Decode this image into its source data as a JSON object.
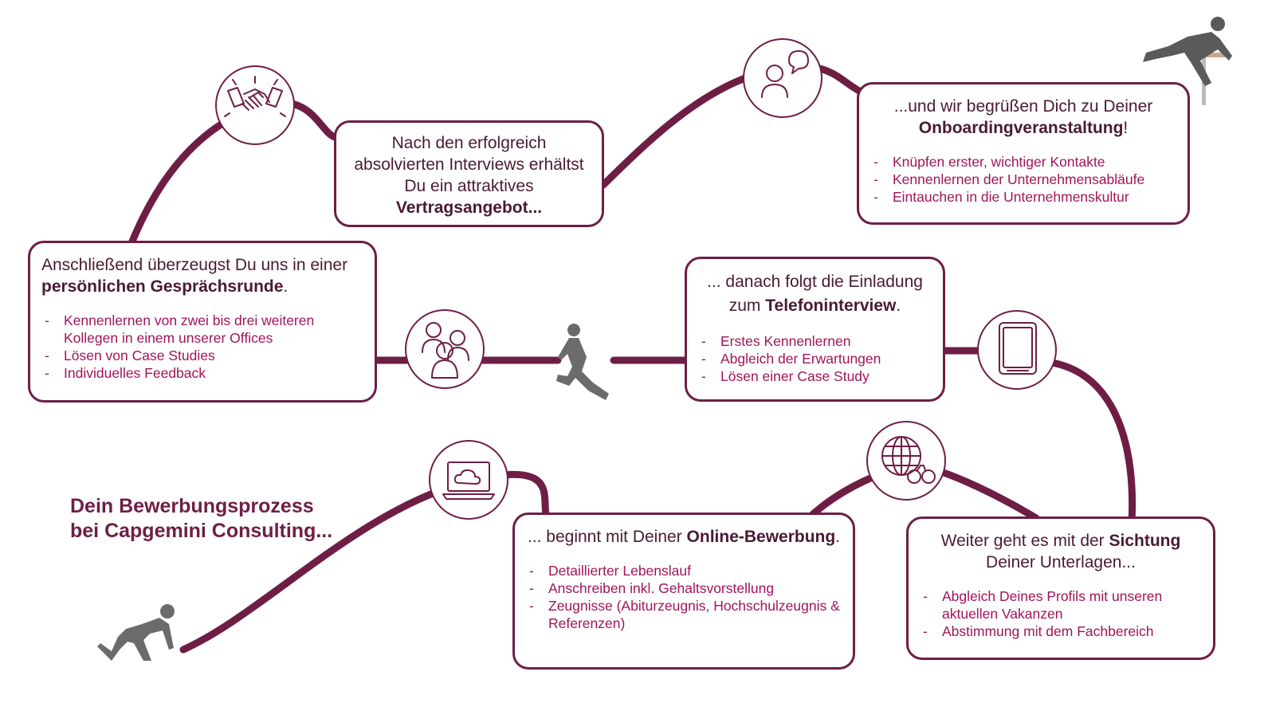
{
  "title": {
    "line1": "Dein Bewerbungsprozess",
    "line2": "bei Capgemini Consulting..."
  },
  "colors": {
    "primary": "#6e1e45",
    "accent_text": "#a0155a",
    "figure": "#6b6b6b"
  },
  "steps": {
    "online": {
      "lead_pre": "... beginnt mit Deiner ",
      "lead_bold": "Online-Bewerbung",
      "lead_post": ".",
      "bullets": [
        "Detaillierter Lebenslauf",
        "Anschreiben inkl. Gehaltsvorstellung",
        "Zeugnisse (Abiturzeugnis, Hochschulzeugnis & Referenzen)"
      ],
      "icon": "laptop-cloud-icon"
    },
    "sichtung": {
      "lead_pre": "Weiter geht es mit der ",
      "lead_bold": "Sichtung",
      "lead_post": " Deiner Unterlagen...",
      "bullets": [
        "Abgleich Deines Profils mit unseren aktuellen Vakanzen",
        "Abstimmung mit dem Fachbereich"
      ],
      "icon": "globe-binoculars-icon"
    },
    "telefon": {
      "lead_pre": "... danach folgt die Einladung zum ",
      "lead_bold": "Telefoninterview",
      "lead_post": ".",
      "bullets": [
        "Erstes Kennenlernen",
        "Abgleich der Erwartungen",
        "Lösen einer Case Study"
      ],
      "icon": "tablet-icon"
    },
    "gespraech": {
      "lead_pre": "Anschließend überzeugst Du uns in einer ",
      "lead_bold": "persönlichen Gesprächsrunde",
      "lead_post": ".",
      "bullets": [
        "Kennenlernen von zwei bis drei weiteren Kollegen in einem unserer Offices",
        "Lösen von Case Studies",
        "Individuelles Feedback"
      ],
      "icon": "group-icon"
    },
    "vertrag": {
      "lead_pre": "Nach den erfolgreich absolvierten Interviews erhältst Du ein attraktives ",
      "lead_bold": "Vertragsangebot...",
      "icon": "handshake-icon"
    },
    "onboarding": {
      "lead_pre": "...und wir begrüßen Dich zu Deiner ",
      "lead_bold": "Onboardingveranstaltung",
      "lead_post": "!",
      "bullets": [
        "Knüpfen erster, wichtiger Kontakte",
        "Kennenlernen der Unternehmensabläufe",
        "Eintauchen in die Unternehmenskultur"
      ],
      "icon": "person-speech-icon"
    }
  }
}
